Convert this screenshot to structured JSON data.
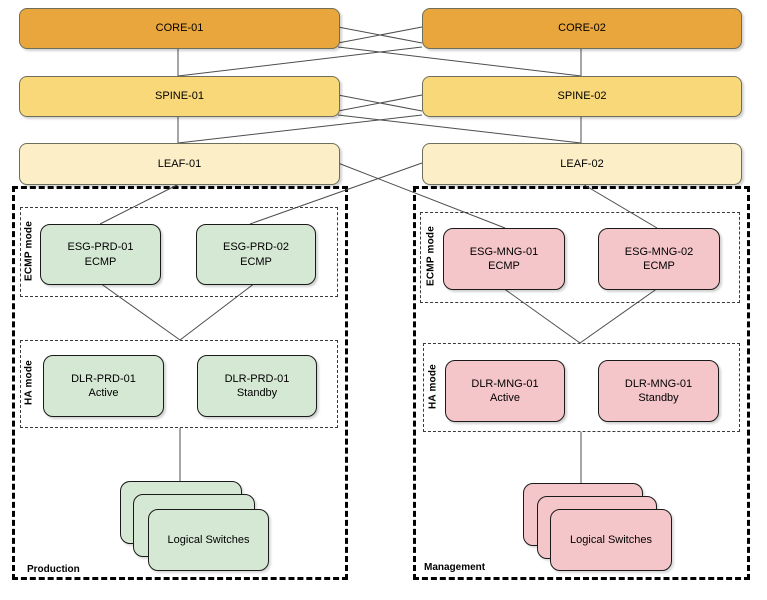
{
  "diagram": {
    "fabric": {
      "core": [
        {
          "label": "CORE-01"
        },
        {
          "label": "CORE-02"
        }
      ],
      "spine": [
        {
          "label": "SPINE-01"
        },
        {
          "label": "SPINE-02"
        }
      ],
      "leaf": [
        {
          "label": "LEAF-01"
        },
        {
          "label": "LEAF-02"
        }
      ]
    },
    "zones": [
      {
        "label": "Production",
        "ecmp_group_label": "ECMP mode",
        "ha_group_label": "HA mode",
        "esg": [
          {
            "name": "ESG-PRD-01",
            "mode": "ECMP"
          },
          {
            "name": "ESG-PRD-02",
            "mode": "ECMP"
          }
        ],
        "dlr": [
          {
            "name": "DLR-PRD-01",
            "role": "Active"
          },
          {
            "name": "DLR-PRD-01",
            "role": "Standby"
          }
        ],
        "switches_label": "Logical Switches"
      },
      {
        "label": "Management",
        "ecmp_group_label": "ECMP mode",
        "ha_group_label": "HA mode",
        "esg": [
          {
            "name": "ESG-MNG-01",
            "mode": "ECMP"
          },
          {
            "name": "ESG-MNG-02",
            "mode": "ECMP"
          }
        ],
        "dlr": [
          {
            "name": "DLR-MNG-01",
            "role": "Active"
          },
          {
            "name": "DLR-MNG-01",
            "role": "Standby"
          }
        ],
        "switches_label": "Logical Switches"
      }
    ],
    "colors": {
      "core-fill": "#E9A63C",
      "spine-fill": "#F9D879",
      "leaf-fill": "#FCEFC7",
      "prod-fill": "#D5E8D4",
      "mng-fill": "#F5C6C9",
      "link-stroke": "#4d4d4d"
    }
  }
}
